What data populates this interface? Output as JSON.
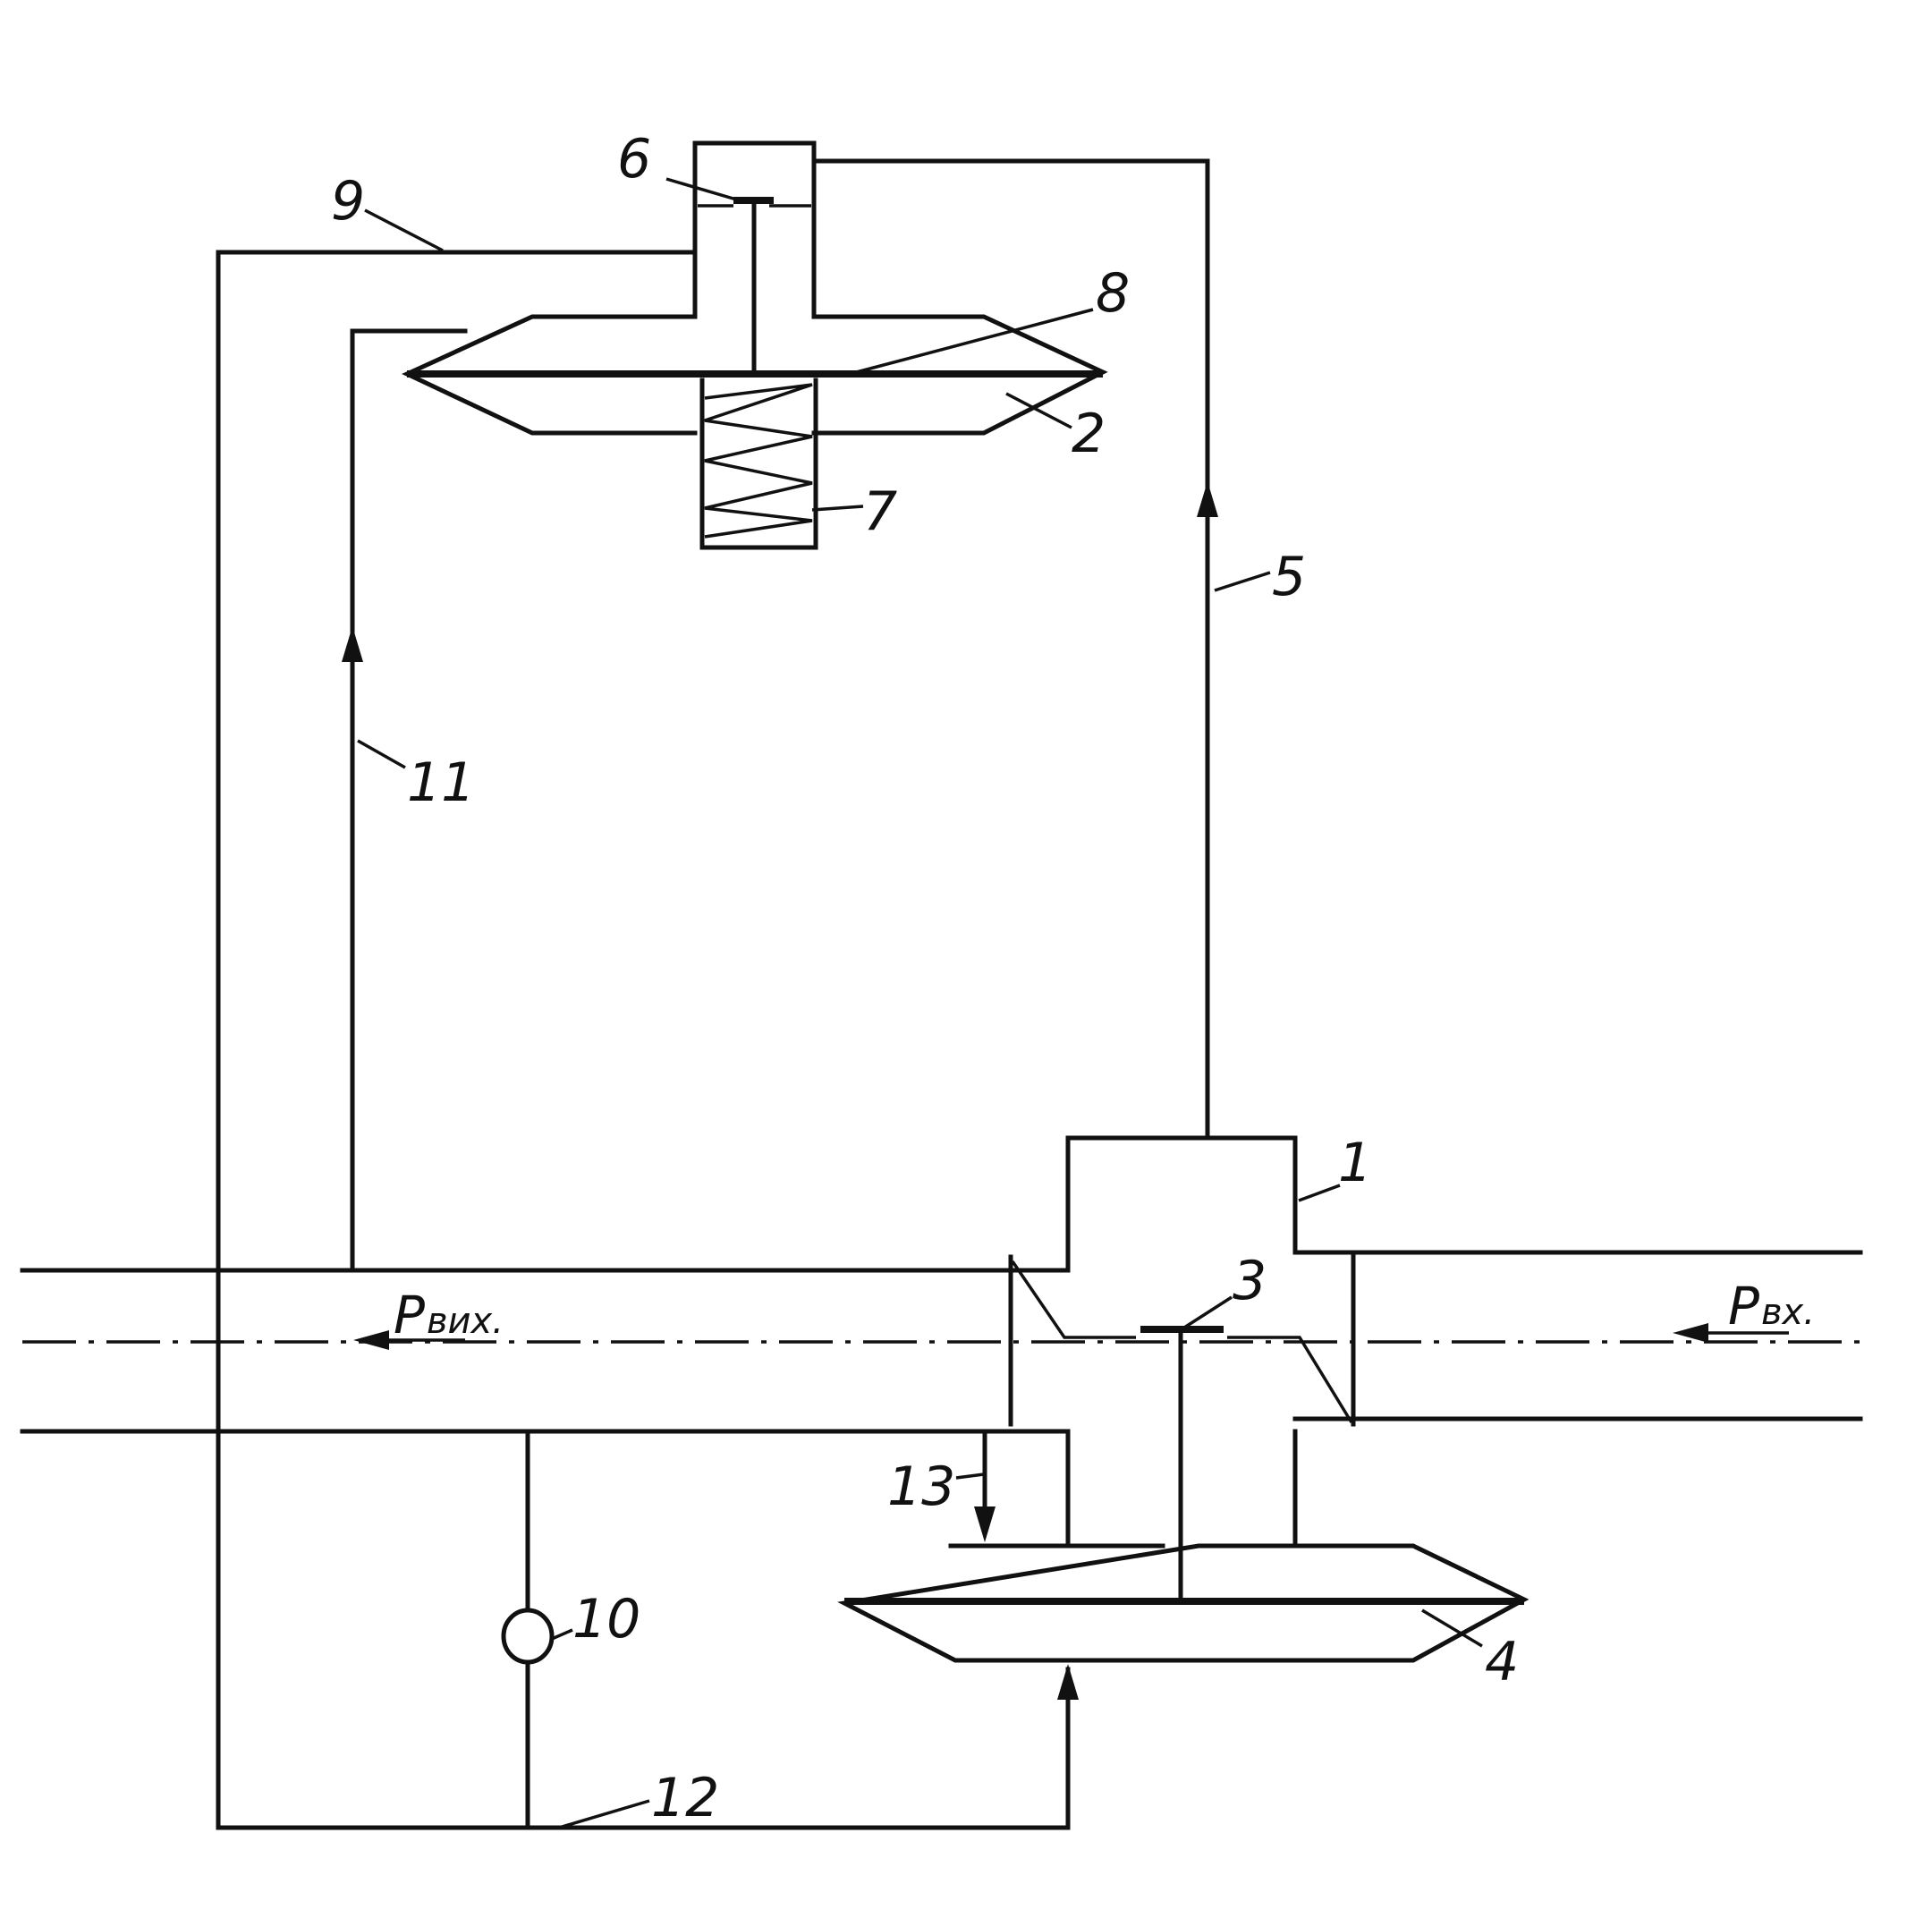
{
  "labels": {
    "n1": "1",
    "n2": "2",
    "n3": "3",
    "n4": "4",
    "n5": "5",
    "n6": "6",
    "n7": "7",
    "n8": "8",
    "n9": "9",
    "n10": "10",
    "n11": "11",
    "n12": "12",
    "n13": "13"
  },
  "pressure": {
    "out_symbol": "P",
    "out_sub": "вих.",
    "in_symbol": "P",
    "in_sub": "вх."
  }
}
